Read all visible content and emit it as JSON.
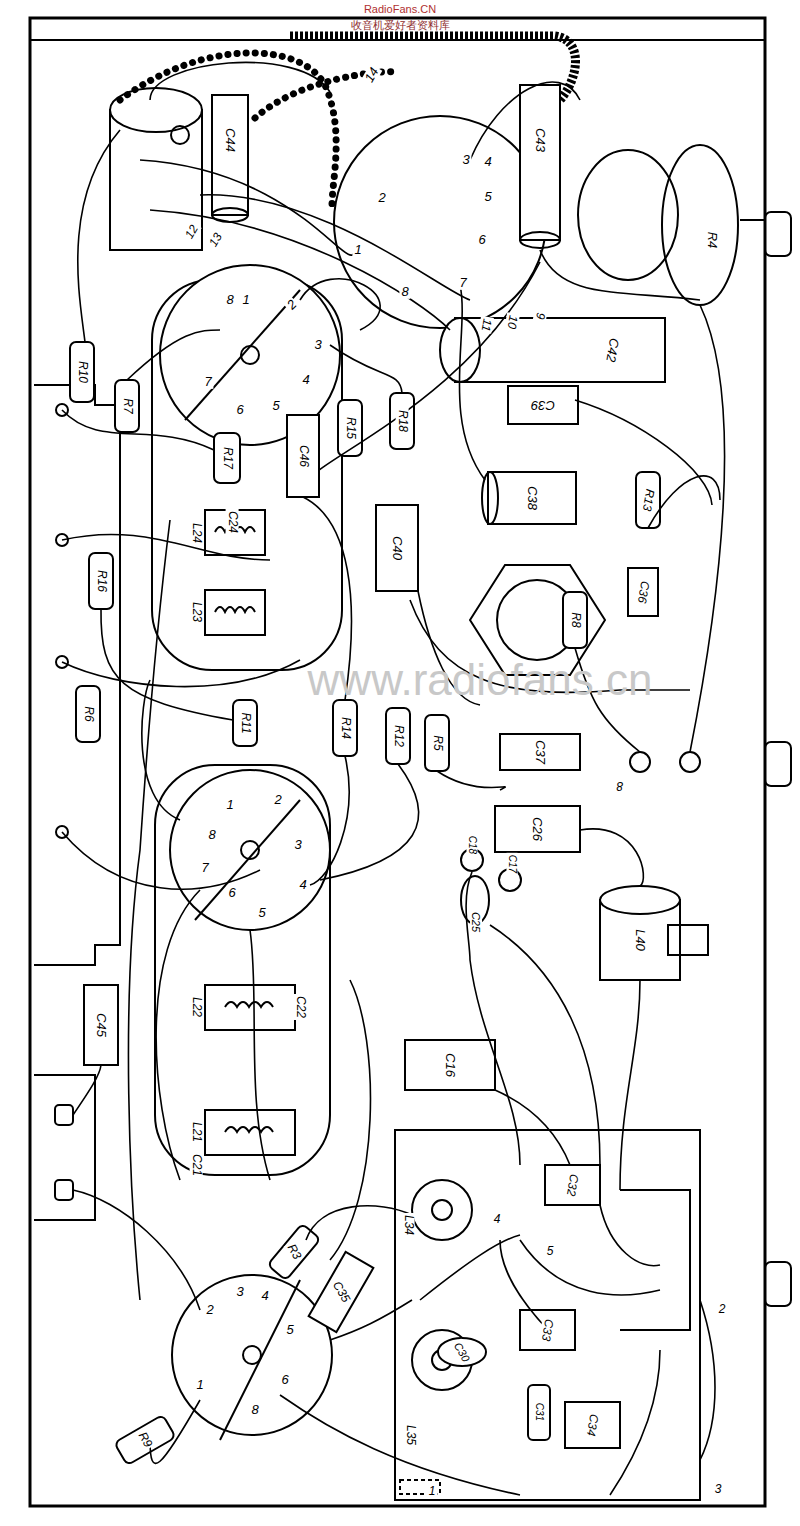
{
  "diagram": {
    "labels": [
      "RadioFans.CN",
      "收音机爱好者资料库",
      "14",
      "C44",
      "12",
      "13",
      "1",
      "2",
      "3",
      "4",
      "5",
      "6",
      "7",
      "8",
      "C43",
      "R4",
      "11",
      "10",
      "9",
      "C42",
      "C39",
      "8",
      "1",
      "2",
      "3",
      "4",
      "5",
      "6",
      "7",
      "R10",
      "R7",
      "R17",
      "C46",
      "R15",
      "R18",
      "C38",
      "R13",
      "C36",
      "R8",
      "C24",
      "L24",
      "L23",
      "C40",
      "R16",
      "R6",
      "R11",
      "R14",
      "R12",
      "R5",
      "C37",
      "8",
      "C26",
      "1",
      "2",
      "3",
      "4",
      "5",
      "6",
      "7",
      "8",
      "C18",
      "C17",
      "C25",
      "L40",
      "C22",
      "L22",
      "L21",
      "C21",
      "C16",
      "C45",
      "L34",
      "C32",
      "4",
      "5",
      "R3",
      "C35",
      "C33",
      "2",
      "C30",
      "C31",
      "C34",
      "L35",
      "1",
      "3",
      "2",
      "3",
      "4",
      "5",
      "6",
      "8",
      "1",
      "R9",
      "www.radiofans.cn"
    ]
  }
}
